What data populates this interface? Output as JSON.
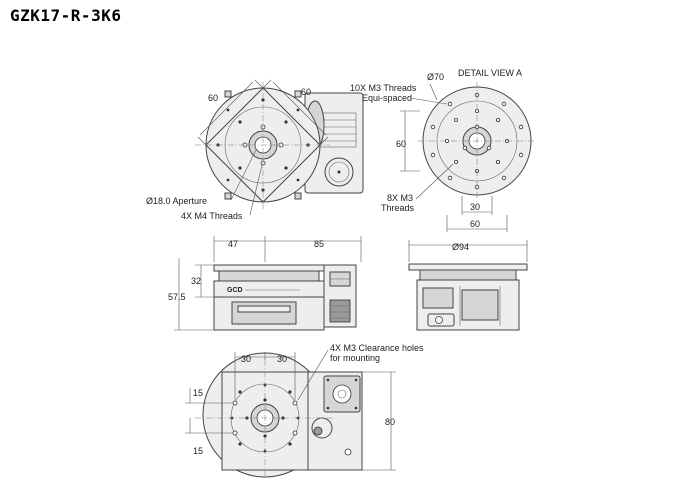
{
  "title": "GZK17-R-3K6",
  "top_view": {
    "dim_width": "60",
    "dim_height": "60",
    "aperture_label": "Ø18.0 Aperture",
    "threads_label": "4X M4 Threads"
  },
  "detail_view": {
    "title": "DETAIL VIEW A",
    "dim_outer_dia": "Ø70",
    "threads_10x_line1": "10X M3 Threads",
    "threads_10x_line2": "Equi-spaced",
    "dim_height": "60",
    "threads_8x_line1": "8X M3",
    "threads_8x_line2": "Threads",
    "dim_inner": "30",
    "dim_outer": "60"
  },
  "side_view": {
    "dim_left": "47",
    "dim_right": "85",
    "dim_height_top": "32",
    "dim_height_total": "57.5"
  },
  "front_view": {
    "dim_dia": "Ø94"
  },
  "bottom_view": {
    "dim_left": "30",
    "dim_right": "30",
    "clearance_line1": "4X M3 Clearance holes",
    "clearance_line2": "for mounting",
    "dim_upper": "15",
    "dim_lower": "15",
    "dim_height": "80"
  }
}
